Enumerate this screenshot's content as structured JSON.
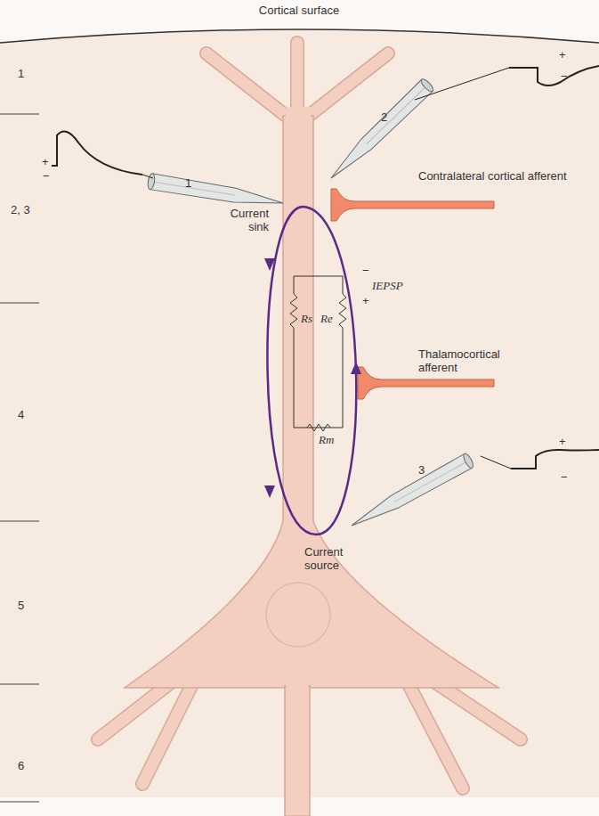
{
  "diagram": {
    "labels": [
      "Cortical surface",
      "1",
      "2, 3",
      "4",
      "5",
      "6",
      "+",
      "−",
      "1",
      "2",
      "+",
      "−",
      "Contralateral cortical afferent",
      "Current sink",
      "−",
      "IEPSP",
      "+",
      "Rs",
      "Re",
      "Rm",
      "Thalamocortical afferent",
      "+",
      "−",
      "3",
      "Current source"
    ]
  }
}
